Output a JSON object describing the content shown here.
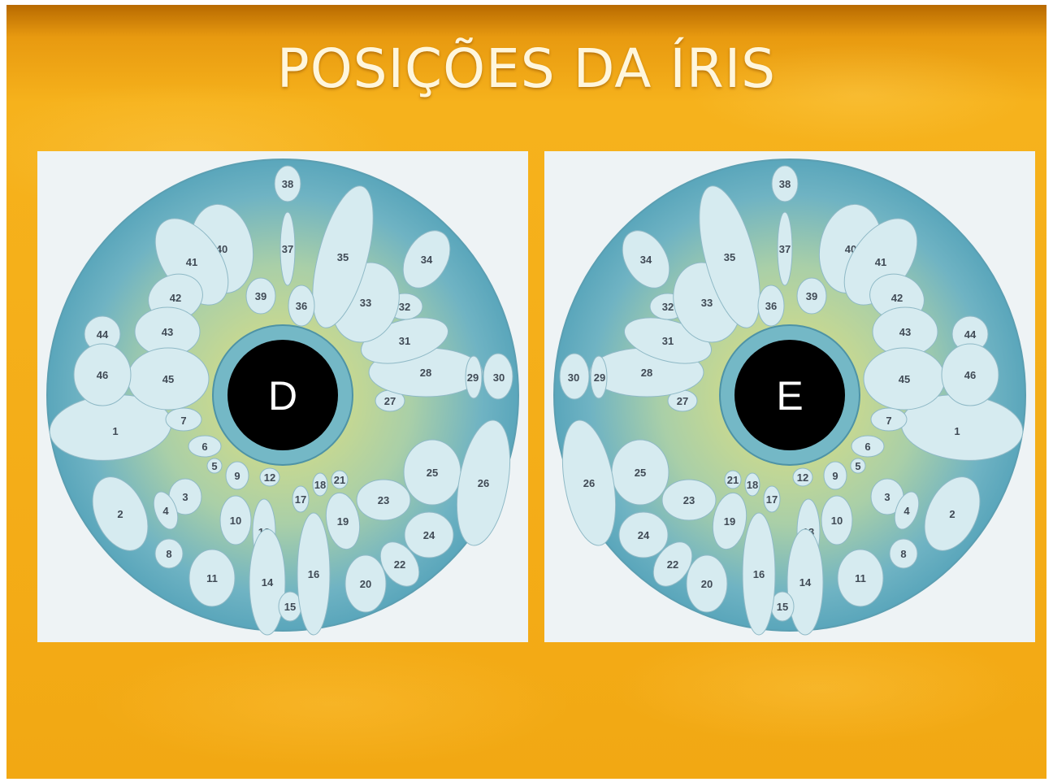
{
  "title": "POSIÇÕES DA ÍRIS",
  "colors": {
    "background": "#f4ad18",
    "title_text": "#fff6dc",
    "iris_outer": "#5ea9be",
    "iris_inner": "#c6d893",
    "zone_fill": "#d6ebf0",
    "pupil": "#000000",
    "pupil_ring": "#74b8c6"
  },
  "right_eye": {
    "letter": "D",
    "zones": [
      "1",
      "2",
      "3",
      "4",
      "5",
      "6",
      "7",
      "8",
      "9",
      "10",
      "11",
      "12",
      "13",
      "14",
      "15",
      "16",
      "17",
      "18",
      "19",
      "20",
      "21",
      "22",
      "23",
      "24",
      "25",
      "26",
      "27",
      "28",
      "29",
      "30",
      "31",
      "32",
      "33",
      "34",
      "35",
      "36",
      "37",
      "38",
      "39",
      "40",
      "41",
      "42",
      "43",
      "44",
      "45",
      "46"
    ]
  },
  "left_eye": {
    "letter": "E",
    "zones": [
      "1",
      "2",
      "3",
      "4",
      "5",
      "6",
      "7",
      "8",
      "9",
      "10",
      "11",
      "12",
      "13",
      "14",
      "15",
      "16",
      "17",
      "18",
      "19",
      "20",
      "21",
      "22",
      "23",
      "24",
      "25",
      "26",
      "27",
      "28",
      "29",
      "30",
      "31",
      "32",
      "33",
      "34",
      "35",
      "36",
      "37",
      "38",
      "39",
      "40",
      "41",
      "42",
      "43",
      "44",
      "45",
      "46"
    ]
  }
}
